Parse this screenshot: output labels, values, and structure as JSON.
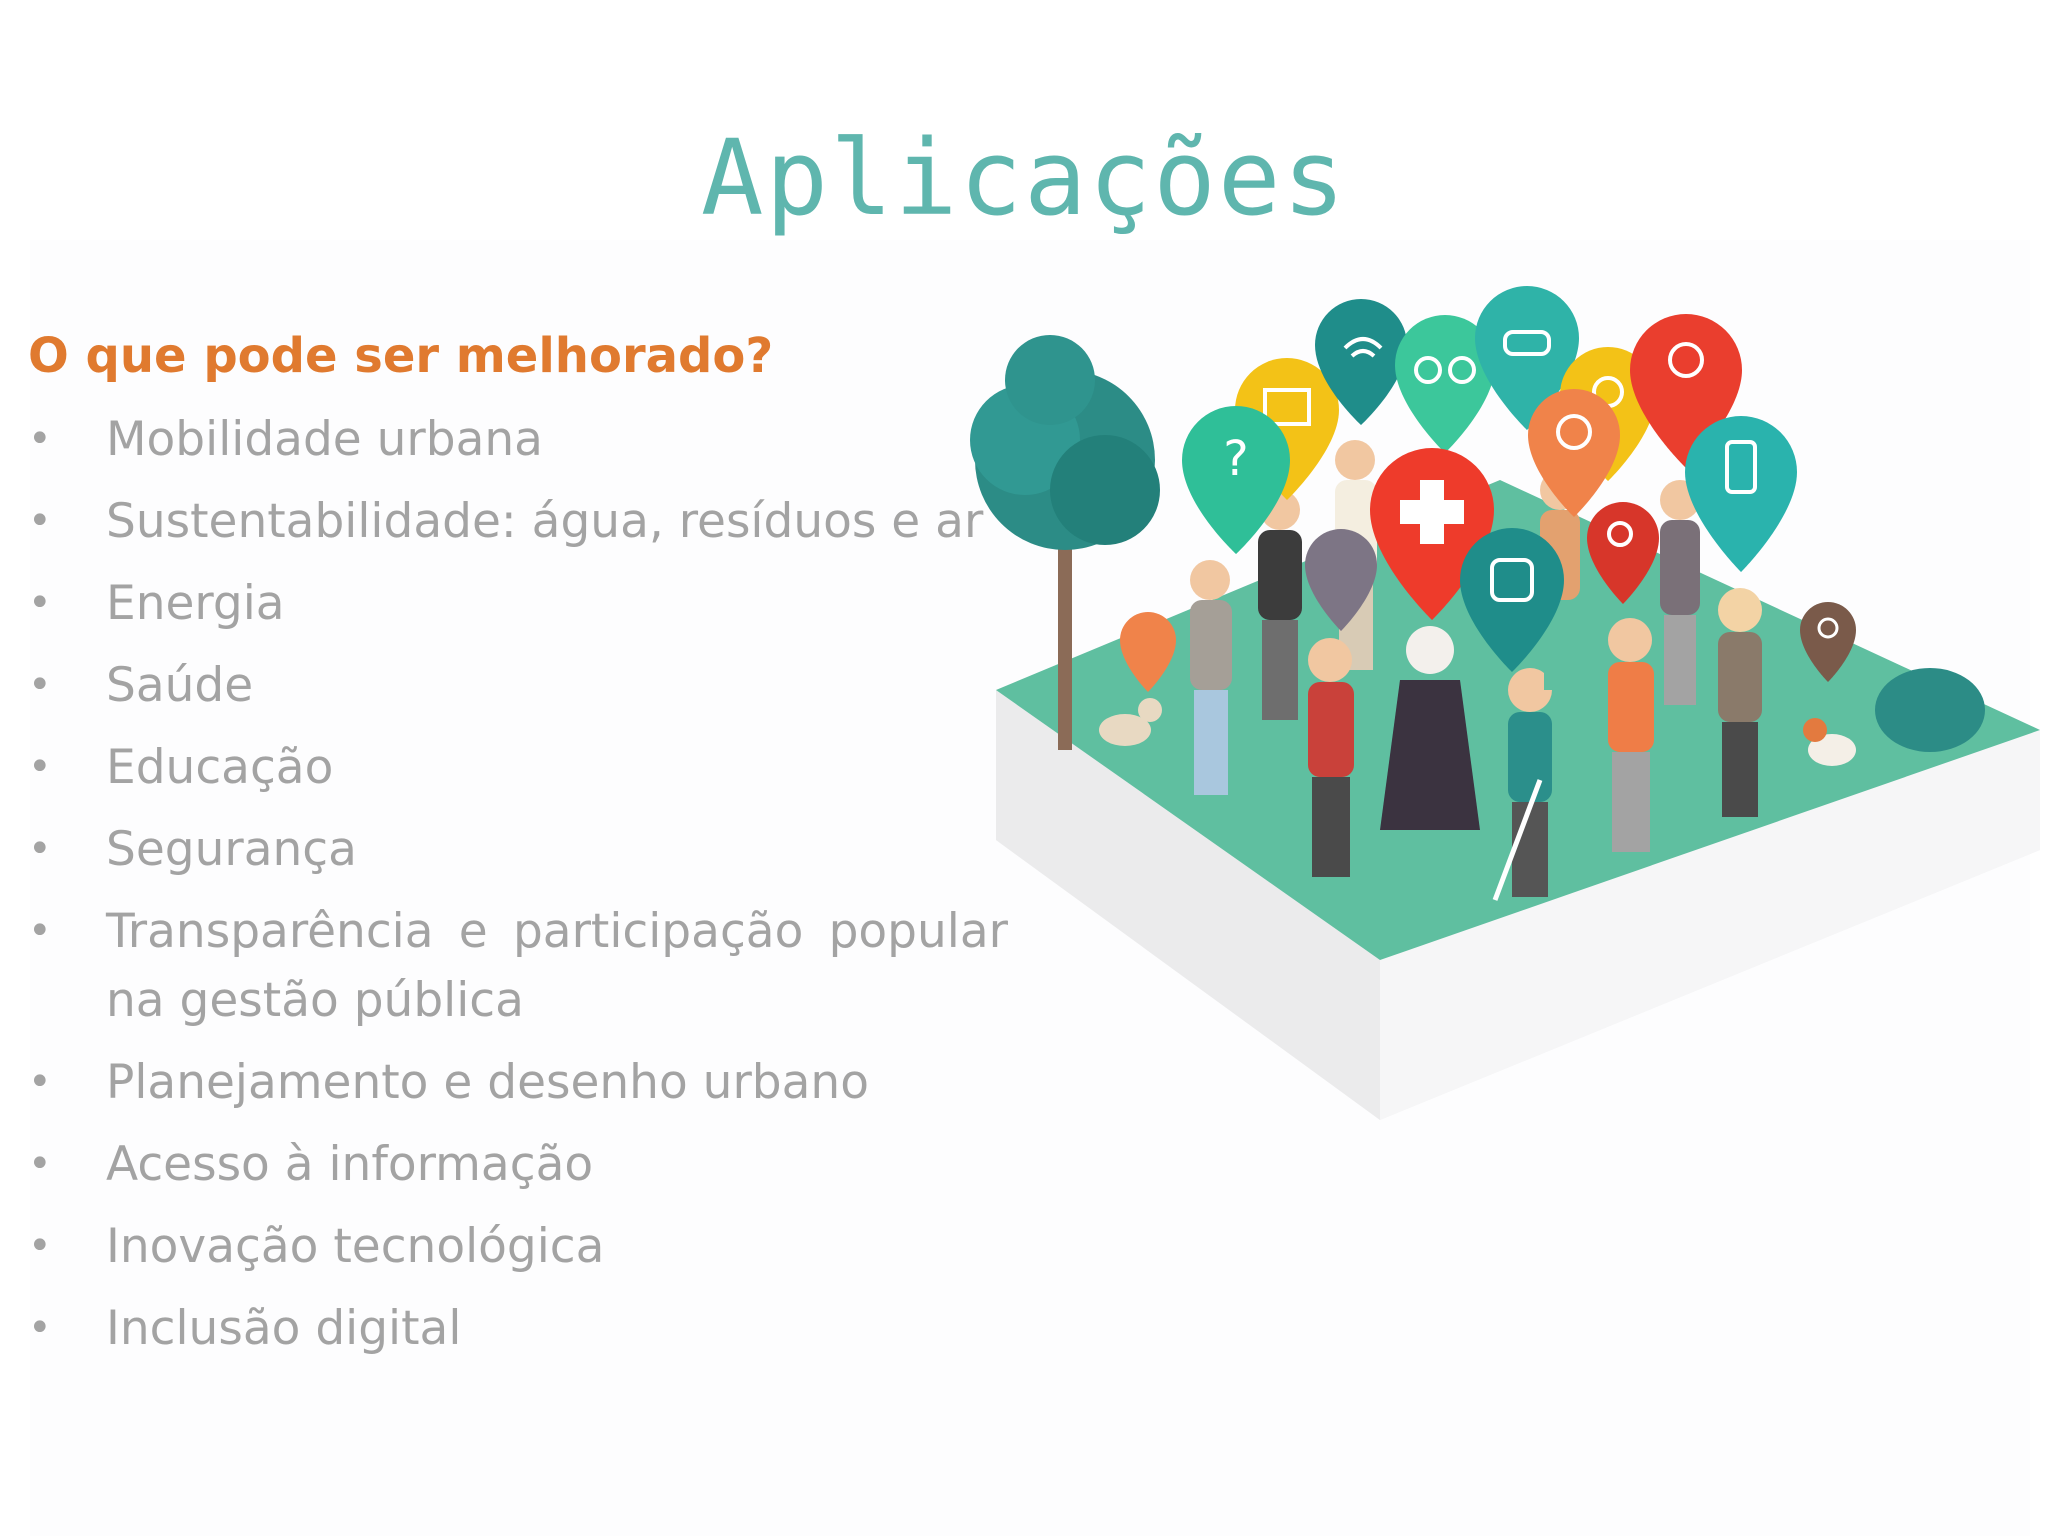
{
  "slide": {
    "title": "Aplicações",
    "subtitle": "O que pode ser melhorado?",
    "bullet_symbol": "•",
    "items": [
      "Mobilidade urbana",
      "Sustentabilidade: água, resíduos e ar",
      "Energia",
      "Saúde",
      "Educação",
      "Segurança",
      "Transparência e participação popular na gestão pública",
      "Planejamento e desenho urbano",
      "Acesso à informação",
      "Inovação tecnológica",
      "Inclusão digital"
    ]
  },
  "colors": {
    "title": "#5fb6ae",
    "subtitle": "#e07a2f",
    "text": "#a3a3a3",
    "ground": "#5fbfa0"
  },
  "illustration": {
    "icons": [
      "map-icon",
      "wifi-icon",
      "bicycle-icon",
      "electric-car-icon",
      "location-icon",
      "doctor-icon",
      "lightbulb-icon",
      "health-cross-icon",
      "weather-icon",
      "smartphone-icon",
      "bus-icon",
      "search-icon",
      "water-icon",
      "shopping-icon",
      "donut-icon"
    ]
  }
}
